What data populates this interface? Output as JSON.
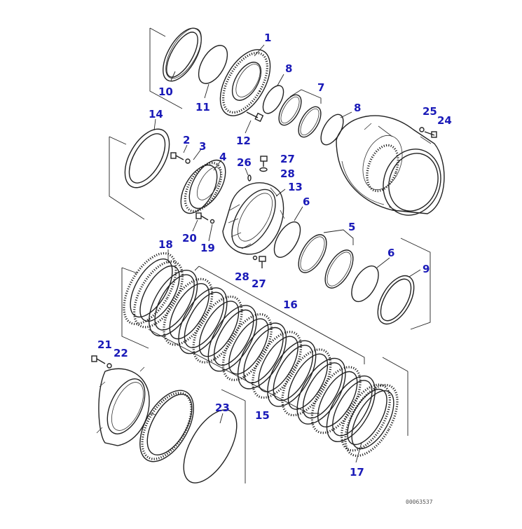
{
  "diagram": {
    "callouts": [
      "1",
      "2",
      "3",
      "4",
      "5",
      "6",
      "6",
      "7",
      "8",
      "8",
      "9",
      "10",
      "11",
      "12",
      "13",
      "14",
      "15",
      "16",
      "17",
      "18",
      "19",
      "20",
      "21",
      "22",
      "23",
      "24",
      "25",
      "26",
      "27",
      "27",
      "28",
      "28"
    ],
    "drawing_code": "00063537",
    "colors": {
      "callout": "#1a1ab8",
      "line": "#222222",
      "background": "#ffffff"
    }
  }
}
